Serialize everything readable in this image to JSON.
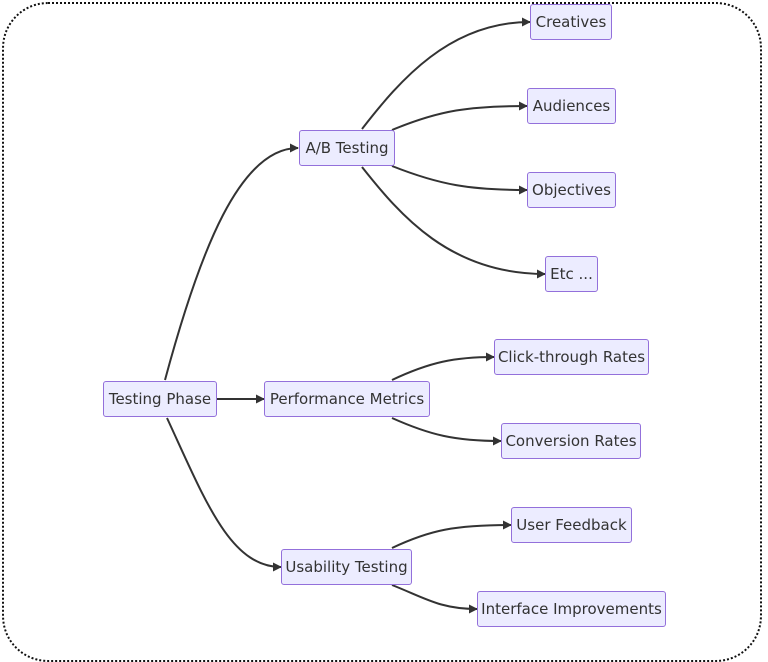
{
  "nodes": {
    "testing_phase": "Testing Phase",
    "ab_testing": "A/B Testing",
    "performance_metrics": "Performance Metrics",
    "usability_testing": "Usability Testing",
    "creatives": "Creatives",
    "audiences": "Audiences",
    "objectives": "Objectives",
    "etc": "Etc ...",
    "click_through_rates": "Click-through Rates",
    "conversion_rates": "Conversion Rates",
    "user_feedback": "User Feedback",
    "interface_improvements": "Interface Improvements"
  },
  "colors": {
    "node_fill": "#ececff",
    "node_border": "#9370db",
    "edge": "#333333",
    "text": "#333333"
  }
}
